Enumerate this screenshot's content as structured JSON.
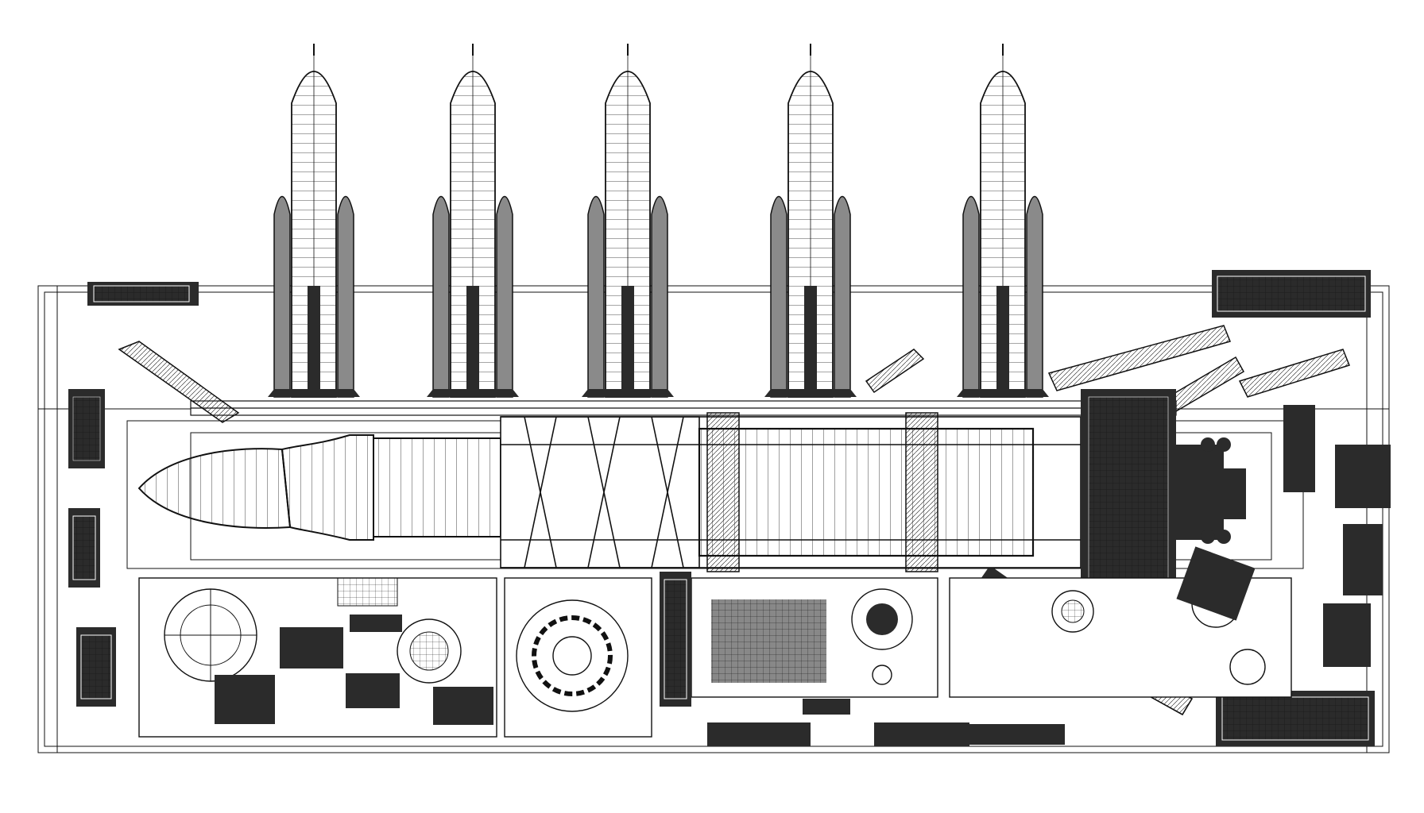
{
  "drawing": {
    "subject": "rocket-blueprint-sheet",
    "style": "technical line drawing",
    "ink_color": "#111111",
    "paper_color": "#ffffff",
    "rocket_fill": "#8a8a8a",
    "module_fill": "#2b2b2b",
    "text": []
  },
  "upright_rockets": [
    {
      "id": "rocket-1"
    },
    {
      "id": "rocket-2"
    },
    {
      "id": "rocket-3"
    },
    {
      "id": "rocket-4"
    },
    {
      "id": "rocket-5"
    }
  ],
  "horizontal_vehicle": {
    "id": "main-rocket-horizontal",
    "parts": [
      "nose-fairing",
      "upper-stage",
      "truss-frame",
      "core-tank",
      "engine-section"
    ]
  },
  "panels": [
    {
      "id": "panel-left-instruments"
    },
    {
      "id": "panel-center-dial"
    },
    {
      "id": "panel-grid-chart"
    },
    {
      "id": "panel-right-instruments"
    }
  ]
}
